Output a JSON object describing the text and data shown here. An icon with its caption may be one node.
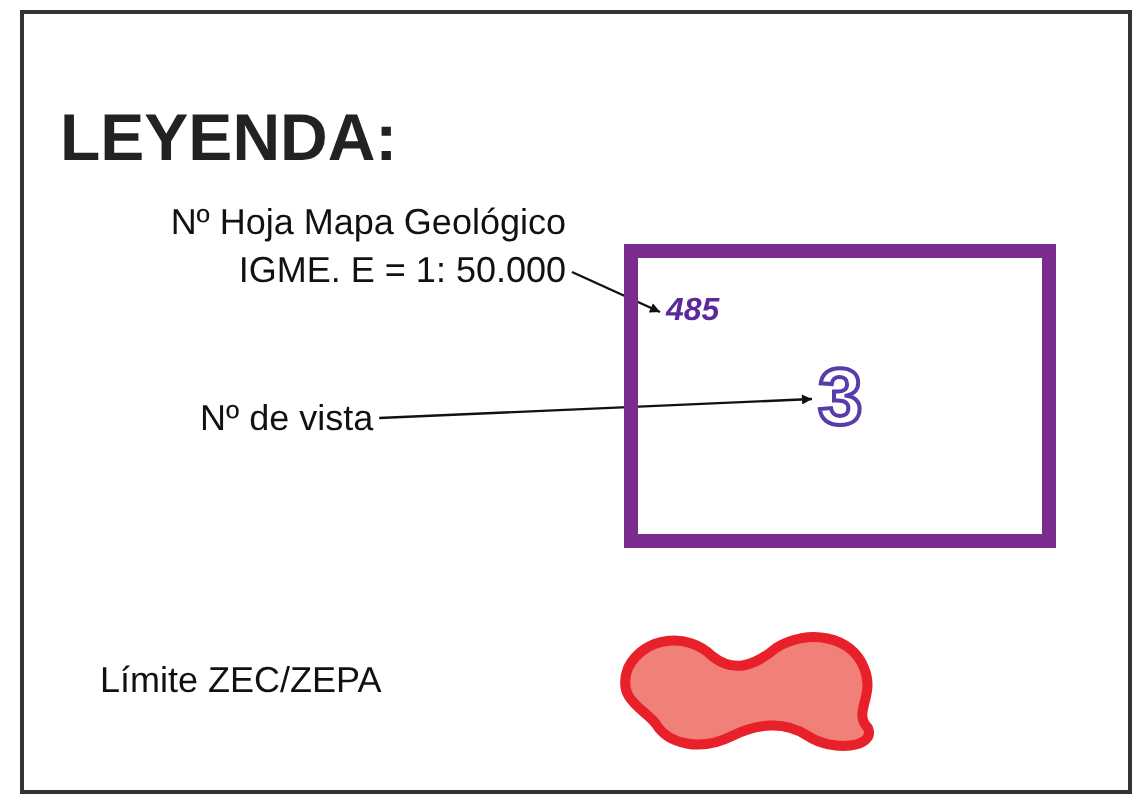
{
  "diagram": {
    "title": "LEYENDA:",
    "nodes": [
      {
        "text": [],
        "shape": "box"
      },
      {
        "text": [
          "485"
        ],
        "in": 0
      },
      {
        "text": [
          "3"
        ],
        "in": 0
      },
      {
        "text": [
          "Nº Hoja Mapa Geológico IGME. E = 1: 50.000"
        ]
      },
      {
        "text": [
          "Nº de vista"
        ]
      }
    ],
    "edges": [
      {
        "from": 3,
        "to": 1,
        "arrow": "to"
      },
      {
        "from": 4,
        "to": 2,
        "arrow": "to"
      }
    ],
    "legend": [
      {
        "text": "Límite ZEC/ZEPA"
      }
    ]
  }
}
